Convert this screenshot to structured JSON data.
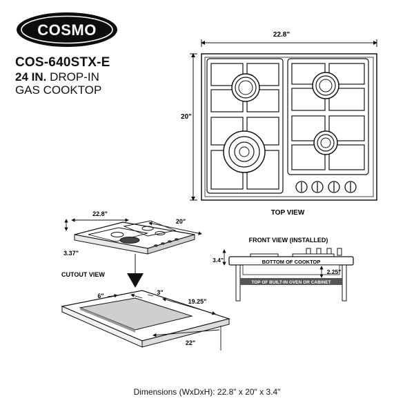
{
  "brand": {
    "logo_text": "COSMO"
  },
  "product": {
    "model": "COS-640STX-E",
    "size_bold": "24 IN.",
    "size_rest": " DROP-IN",
    "type": "GAS COOKTOP"
  },
  "top_view": {
    "width_label": "22.8\"",
    "depth_label": "20\"",
    "caption": "TOP VIEW"
  },
  "iso_view": {
    "width_label": "22.8\"",
    "depth_label": "20\"",
    "height_label": "3.37\""
  },
  "front_view": {
    "caption": "FRONT VIEW (INSTALLED)",
    "height_label": "3.4\"",
    "bottom_label": "BOTTOM OF COOKTOP",
    "gap_label": "2.25\"",
    "oven_label": "TOP OF BUILT-IN OVEN OR CABINET"
  },
  "cutout_view": {
    "caption": "CUTOUT VIEW",
    "left_margin": "6\"",
    "back_margin": "3\"",
    "depth_label": "19.25\"",
    "width_label": "22\""
  },
  "footer": {
    "dimensions": "Dimensions (WxDxH): 22.8\" x 20\" x 3.4\""
  }
}
